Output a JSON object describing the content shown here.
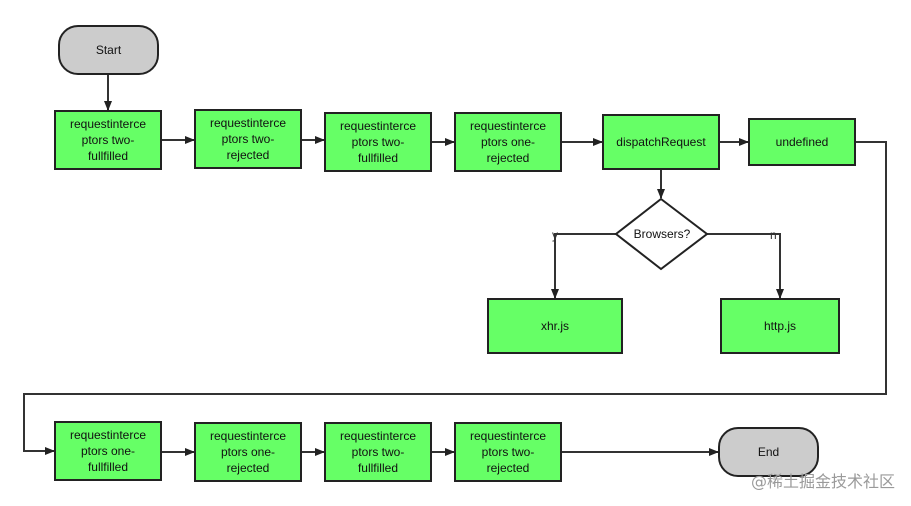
{
  "nodes": {
    "start": "Start",
    "r1": "requestinterce\nptors two-\nfullfilled",
    "r2": "requestinterce\nptors two-\nrejected",
    "r3": "requestinterce\nptors two-\nfullfilled",
    "r4": "requestinterce\nptors one-\nrejected",
    "dispatch": "dispatchRequest",
    "undef": "undefined",
    "browsers": "Browsers?",
    "xhr": "xhr.js",
    "http": "http.js",
    "b1": "requestinterce\nptors one-\nfullfilled",
    "b2": "requestinterce\nptors one-\nrejected",
    "b3": "requestinterce\nptors two-\nfullfilled",
    "b4": "requestinterce\nptors two-\nrejected",
    "end": "End"
  },
  "edge_labels": {
    "yes": "y",
    "no": "n"
  },
  "watermark": "@稀土掘金技术社区",
  "colors": {
    "process_fill": "#66ff66",
    "terminal_fill": "#cccccc",
    "stroke": "#222222"
  }
}
